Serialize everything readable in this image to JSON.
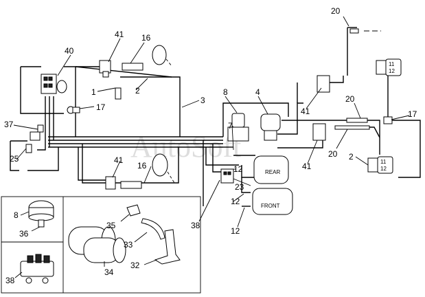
{
  "watermark": "AutoSoft",
  "tanks": {
    "rear": "REAR",
    "front": "FRONT"
  },
  "chamber_labels": {
    "top": [
      "11",
      "12"
    ],
    "bottom": [
      "11",
      "12"
    ]
  },
  "callouts": {
    "n41a": "41",
    "n16a": "16",
    "n40": "40",
    "n1": "1",
    "n2a": "2",
    "n17a": "17",
    "n3": "3",
    "n8a": "8",
    "n4": "4",
    "n37": "37",
    "n25": "25",
    "n41b": "41",
    "n16b": "16",
    "n7": "7",
    "n12a": "12",
    "n23": "23",
    "n12b": "12",
    "n12c": "12",
    "n38a": "38",
    "n20a": "20",
    "n20b": "20",
    "n20c": "20",
    "n17b": "17",
    "n41c": "41",
    "n41d": "41",
    "n2b": "2",
    "n8b": "8",
    "n36": "36",
    "n35": "35",
    "n33": "33",
    "n34": "34",
    "n32": "32",
    "n38b": "38"
  }
}
